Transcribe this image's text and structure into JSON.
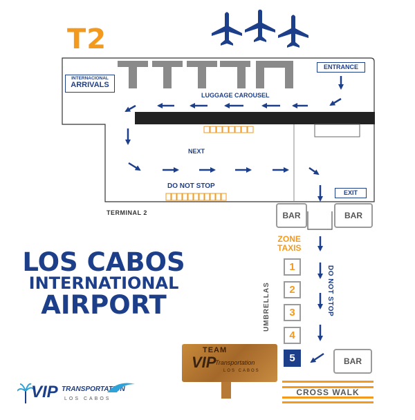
{
  "terminal": "T2",
  "labels": {
    "arrivals_line1": "INTERNACIONAL",
    "arrivals_line2": "ARRIVALS",
    "entrance": "ENTRANCE",
    "luggage": "LUGGAGE CAROUSEL",
    "next": "NEXT",
    "do_not_stop": "DO NOT STOP",
    "exit": "EXIT",
    "terminal2": "TERMINAL 2",
    "bar": "BAR",
    "zone": "ZONE",
    "taxis": "TAXIS",
    "umbrellas": "UMBRELLAS",
    "do_not_stop_vertical": "DO NOT STOP",
    "crosswalk": "CROSS WALK"
  },
  "taxi_zones": [
    "1",
    "2",
    "3",
    "4",
    "5"
  ],
  "active_zone": "5",
  "airport_title": {
    "line1": "LOS CABOS",
    "line2": "INTERNATIONAL",
    "line3": "AIRPORT"
  },
  "sign": {
    "line1": "TEAM",
    "line2": "VIP",
    "line3": "Transportation",
    "line4": "LOS CABOS"
  },
  "logo": {
    "vip": "VIP",
    "transportation": "TRANSPORTATION",
    "place": "LOS CABOS"
  },
  "colors": {
    "navy": "#1d3f8a",
    "orange": "#f39a1e",
    "gray": "#8a8a8a",
    "dark": "#222222"
  }
}
